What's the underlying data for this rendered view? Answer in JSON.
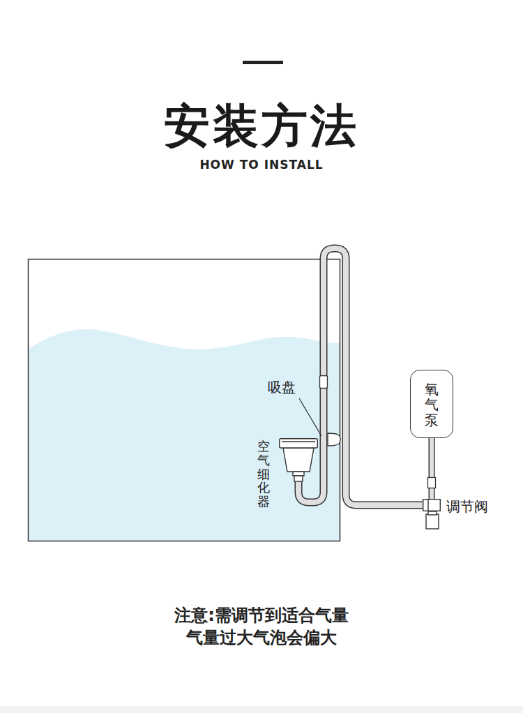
{
  "diagram": {
    "title": "安装方法",
    "nodes": [
      {
        "text": [
          "氧气泵"
        ]
      },
      {
        "text": [
          "空气细化器"
        ]
      },
      {
        "text": [
          "调节阀"
        ]
      }
    ],
    "edges": [
      {
        "from": 0,
        "to": 2,
        "arrow": "none"
      },
      {
        "from": 2,
        "to": 1,
        "arrow": "none"
      }
    ],
    "labels": [
      "HOW TO INSTALL",
      "吸盘",
      "注意:需调节到适合气量",
      "气量过大气泡会偏大"
    ]
  }
}
